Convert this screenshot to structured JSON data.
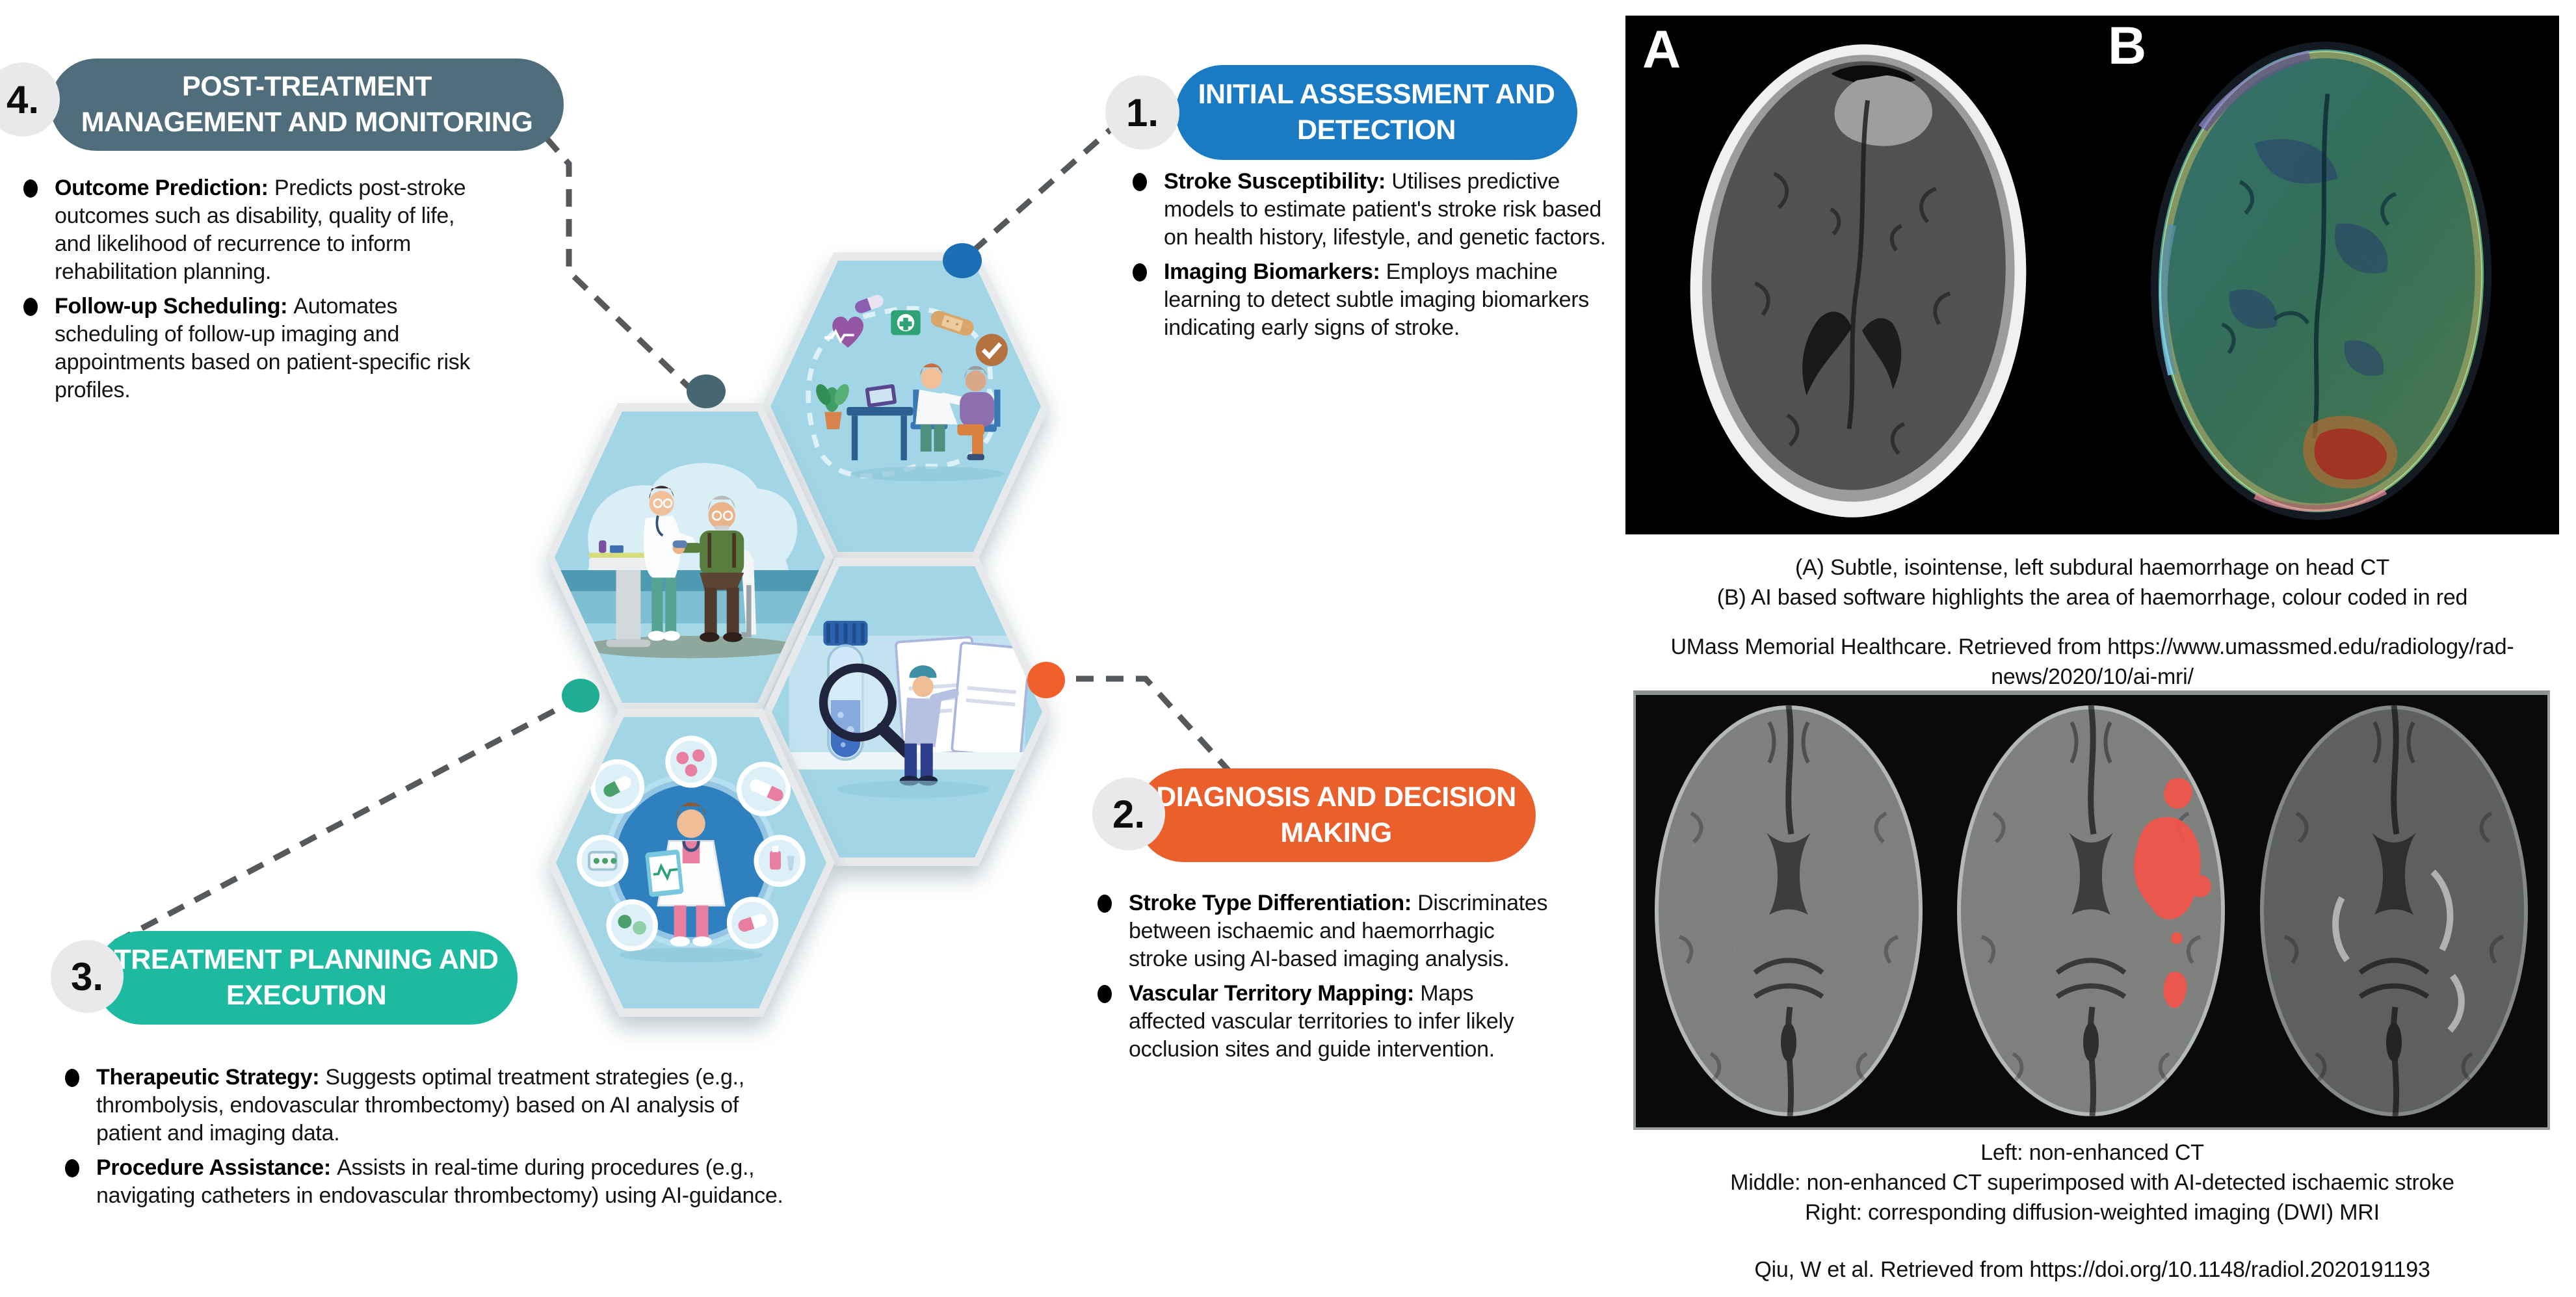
{
  "stages": [
    {
      "number": "1.",
      "title_lines": [
        "INITIAL ASSESSMENT AND",
        "DETECTION"
      ],
      "color": "#1a7ac4",
      "bullets": [
        {
          "lead": "Stroke Susceptibility: ",
          "text": "Utilises predictive models to estimate patient's stroke risk based on health history, lifestyle, and genetic factors."
        },
        {
          "lead": "Imaging Biomarkers: ",
          "text": "Employs machine learning to detect subtle imaging biomarkers indicating early signs of stroke."
        }
      ]
    },
    {
      "number": "2.",
      "title_lines": [
        "DIAGNOSIS AND DECISION",
        "MAKING"
      ],
      "color": "#e9602c",
      "bullets": [
        {
          "lead": "Stroke Type Differentiation: ",
          "text": "Discriminates between ischaemic and haemorrhagic stroke using AI-based imaging analysis."
        },
        {
          "lead": "Vascular Territory Mapping: ",
          "text": "Maps affected vascular territories to infer likely occlusion sites and guide intervention."
        }
      ]
    },
    {
      "number": "3.",
      "title_lines": [
        "TREATMENT PLANNING AND",
        "EXECUTION"
      ],
      "color": "#1db9a0",
      "bullets": [
        {
          "lead": "Therapeutic Strategy: ",
          "text": "Suggests optimal treatment strategies (e.g., thrombolysis, endovascular thrombectomy) based on AI analysis of patient and imaging data."
        },
        {
          "lead": "Procedure Assistance: ",
          "text": "Assists in real-time during procedures (e.g., navigating catheters in endovascular thrombectomy) using AI-guidance."
        }
      ]
    },
    {
      "number": "4.",
      "title_lines": [
        "POST-TREATMENT",
        "MANAGEMENT AND MONITORING"
      ],
      "color": "#4f6d7a",
      "bullets": [
        {
          "lead": "Outcome Prediction: ",
          "text": "Predicts post-stroke outcomes such as disability, quality of life, and likelihood of recurrence to inform rehabilitation planning."
        },
        {
          "lead": "Follow-up Scheduling: ",
          "text": "Automates scheduling of follow-up imaging and appointments based on patient-specific risk profiles."
        }
      ]
    }
  ],
  "figures": {
    "top": {
      "label_a": "A",
      "label_b": "B",
      "captions": [
        "(A) Subtle, isointense, left subdural haemorrhage on head CT",
        "(B) AI based software highlights the area of haemorrhage, colour coded in red"
      ],
      "source": "UMass Memorial Healthcare. Retrieved from https://www.umassmed.edu/radiology/rad-news/2020/10/ai-mri/"
    },
    "bottom": {
      "captions": [
        "Left: non-enhanced CT",
        "Middle: non-enhanced CT superimposed with AI-detected ischaemic stroke",
        "Right: corresponding diffusion-weighted imaging (DWI) MRI"
      ],
      "source": "Qiu, W et al. Retrieved from https://doi.org/10.1148/radiol.2020191193"
    }
  },
  "illustrations": {
    "hex_initial_assessment": "doctor-consultation-scene",
    "hex_diagnosis": "specimen-analysis-magnifier-scene",
    "hex_treatment": "doctor-with-medications-scene",
    "hex_post_treatment": "patient-examination-scene"
  },
  "colors": {
    "stage1_blue": "#1a7ac4",
    "stage2_orange": "#e9602c",
    "stage3_teal": "#1db9a0",
    "stage4_slate": "#4f6d7a",
    "hexagon_fill": "#a2d6e6",
    "hexagon_rim": "#e7e9ea",
    "dot_blue": "#1b6fb4",
    "dot_orange": "#f15f2a",
    "dot_teal": "#1fae93",
    "dot_slate": "#466671",
    "connector_grey": "#56595c",
    "highlight_red": "#f4544a"
  }
}
